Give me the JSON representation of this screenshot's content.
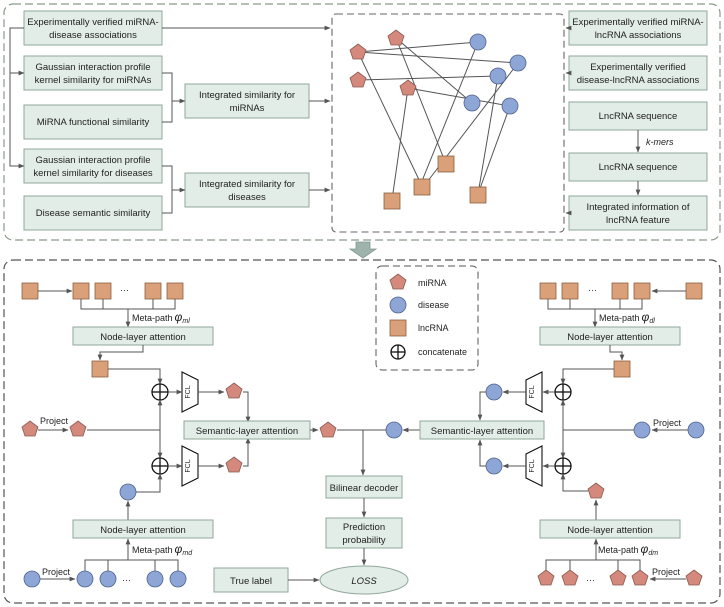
{
  "colors": {
    "panel_border": "#8a9a8a",
    "box_fill": "#e3ede8",
    "box_border": "#8fa89a",
    "mirna_fill": "#d4897c",
    "disease_fill": "#8ea6d6",
    "lncrna_fill": "#d9a07a",
    "edge": "#555555",
    "down_arrow": "#9fb3ad"
  },
  "top": {
    "left_boxes": {
      "verified_mirna_disease": [
        "Experimentally verified miRNA-",
        "disease associations"
      ],
      "gip_mirna": [
        "Gaussian interaction profile",
        "kernel similarity for miRNAs"
      ],
      "mirna_functional": [
        "MiRNA functional similarity"
      ],
      "gip_disease": [
        "Gaussian interaction profile",
        "kernel similarity for diseases"
      ],
      "disease_semantic": [
        "Disease semantic similarity"
      ],
      "integrated_mirna": [
        "Integrated similarity for",
        "miRNAs"
      ],
      "integrated_disease": [
        "Integrated similarity for",
        "diseases"
      ]
    },
    "right_boxes": {
      "verified_mirna_lncrna": [
        "Experimentally verified miRNA-",
        "lncRNA associations"
      ],
      "verified_disease_lncrna": [
        "Experimentally verified",
        "disease-lncRNA associations"
      ],
      "lncrna_seq_1": [
        "LncRNA sequence"
      ],
      "kmers": "k-mers",
      "lncrna_seq_2": [
        "LncRNA sequence"
      ],
      "integrated_lncrna": [
        "Integrated information of",
        "lncRNA feature"
      ]
    }
  },
  "legend": {
    "mirna": "miRNA",
    "disease": "disease",
    "lncrna": "lncRNA",
    "concatenate": "concatenate"
  },
  "bottom": {
    "meta_path_prefix": "Meta-path",
    "meta_path_ml": "ml",
    "meta_path_dl": "dl",
    "meta_path_md": "md",
    "meta_path_dm": "dm",
    "phi": "φ",
    "node_layer_attention": "Node-layer attention",
    "semantic_layer_attention": "Semantic-layer attention",
    "project": "Project",
    "fcl": "FCL",
    "ellipsis": "···",
    "bilinear_decoder": "Bilinear decoder",
    "prediction": [
      "Prediction",
      "probability"
    ],
    "true_label": "True label",
    "loss": "LOSS"
  }
}
